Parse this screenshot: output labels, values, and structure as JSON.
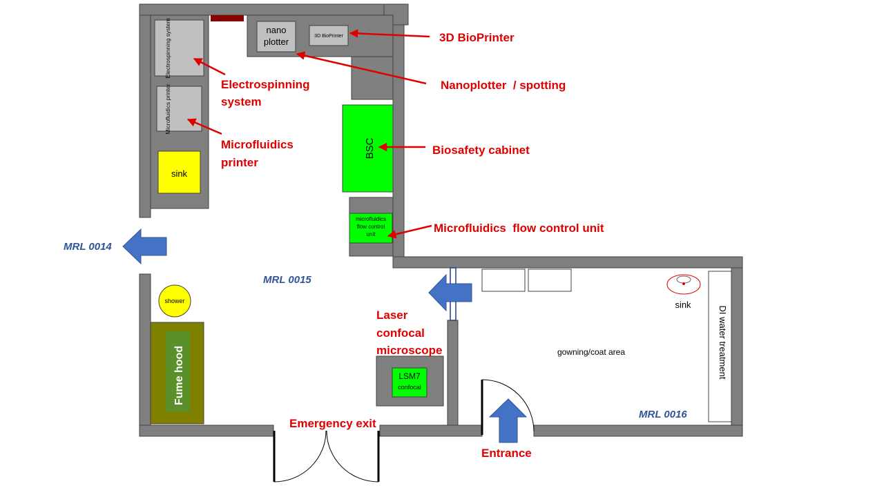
{
  "rooms": {
    "mrl0014": "MRL 0014",
    "mrl0015": "MRL 0015",
    "mrl0016": "MRL 0016"
  },
  "equipment": {
    "electrospinning": "Electrospinning system",
    "microfluidics_printer": "Microfluidics printer",
    "sink_left": "sink",
    "nanoplotter_line1": "nano",
    "nanoplotter_line2": "plotter",
    "bioprinter": "3D BioPrinter",
    "bsc": "BSC",
    "flow_unit_line1": "microfluidics",
    "flow_unit_line2": "flow control",
    "flow_unit_line3": "unit",
    "shower": "shower",
    "fume_hood": "Fume hood",
    "lsm7_line1": "LSM7",
    "lsm7_line2": "confocal",
    "sink_right": "sink",
    "di_water": "DI water treatment",
    "gowning": "gowning/coat area"
  },
  "callouts": {
    "bioprinter": "3D BioPrinter",
    "nanoplotter": "Nanoplotter  / spotting",
    "electrospinning_line1": "Electrospinning",
    "electrospinning_line2": "system",
    "microfluidics_printer_line1": "Microfluidics",
    "microfluidics_printer_line2": "printer",
    "biosafety": "Biosafety cabinet",
    "flow_unit": "Microfluidics  flow control unit",
    "confocal_line1": "Laser",
    "confocal_line2": "confocal",
    "confocal_line3": "microscope",
    "emergency_exit": "Emergency exit",
    "entrance": "Entrance"
  },
  "colors": {
    "wall": "#7f7f7f",
    "bench": "#808080",
    "equipment_gray": "#c0c0c0",
    "bsc_green": "#00ff00",
    "sink_yellow": "#ffff00",
    "fume_hood_olive": "#808000",
    "fume_hood_inner": "#5a8f29",
    "callout_red": "#e00000",
    "arrow_blue": "#4472c4",
    "room_label_blue": "#2f5597"
  }
}
